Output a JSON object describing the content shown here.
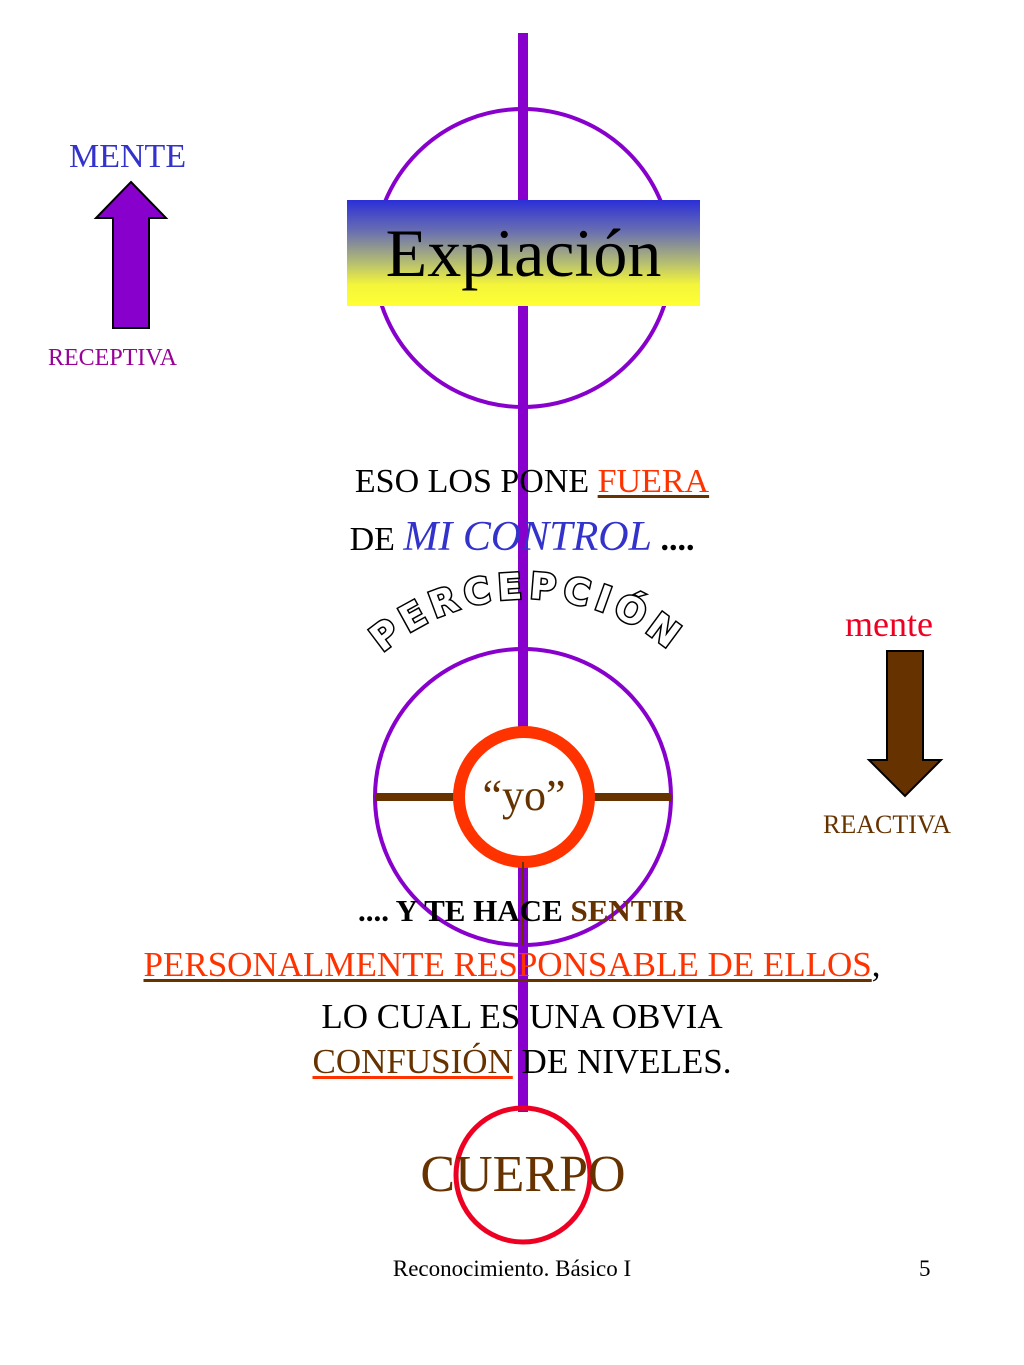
{
  "left": {
    "top_label": "MENTE",
    "bottom_label": "RECEPTIVA",
    "arrow_icon": "up-arrow-icon",
    "arrow_color": "#8800cc"
  },
  "right": {
    "top_label": "mente",
    "bottom_label": "REACTIVA",
    "arrow_icon": "down-arrow-icon",
    "arrow_color": "#663300"
  },
  "top_box": {
    "label": "Expiación"
  },
  "statement1": {
    "line1_prefix": "ESO LOS PONE ",
    "line1_highlight": "FUERA",
    "line2_prefix": "DE ",
    "line2_highlight": "MI CONTROL",
    "line2_suffix": " ...."
  },
  "arc_text": "PERCEPCIÓN",
  "center_circle": {
    "label": "“yo”"
  },
  "statement2": {
    "line1_prefix": ".... Y TE HACE ",
    "line1_highlight": "SENTIR",
    "line2_highlight": "PERSONALMENTE RESPONSABLE DE ELLOS",
    "line2_suffix": ",",
    "line3": "LO CUAL ES UNA OBVIA",
    "line4_highlight": "CONFUSIÓN",
    "line4_suffix": " DE NIVELES."
  },
  "bottom_circle": {
    "label": "CUERPO"
  },
  "footer": {
    "title": "Reconocimiento. Básico I",
    "page_number": "5"
  },
  "colors": {
    "axis": "#8800cc",
    "circle_outline": "#8800cc",
    "yo_ring": "#ff3300",
    "cuerpo_ring": "#ee0022",
    "brown": "#663300",
    "blue": "#3333cc",
    "red_orange": "#ff3300",
    "purple_label": "#990099"
  }
}
